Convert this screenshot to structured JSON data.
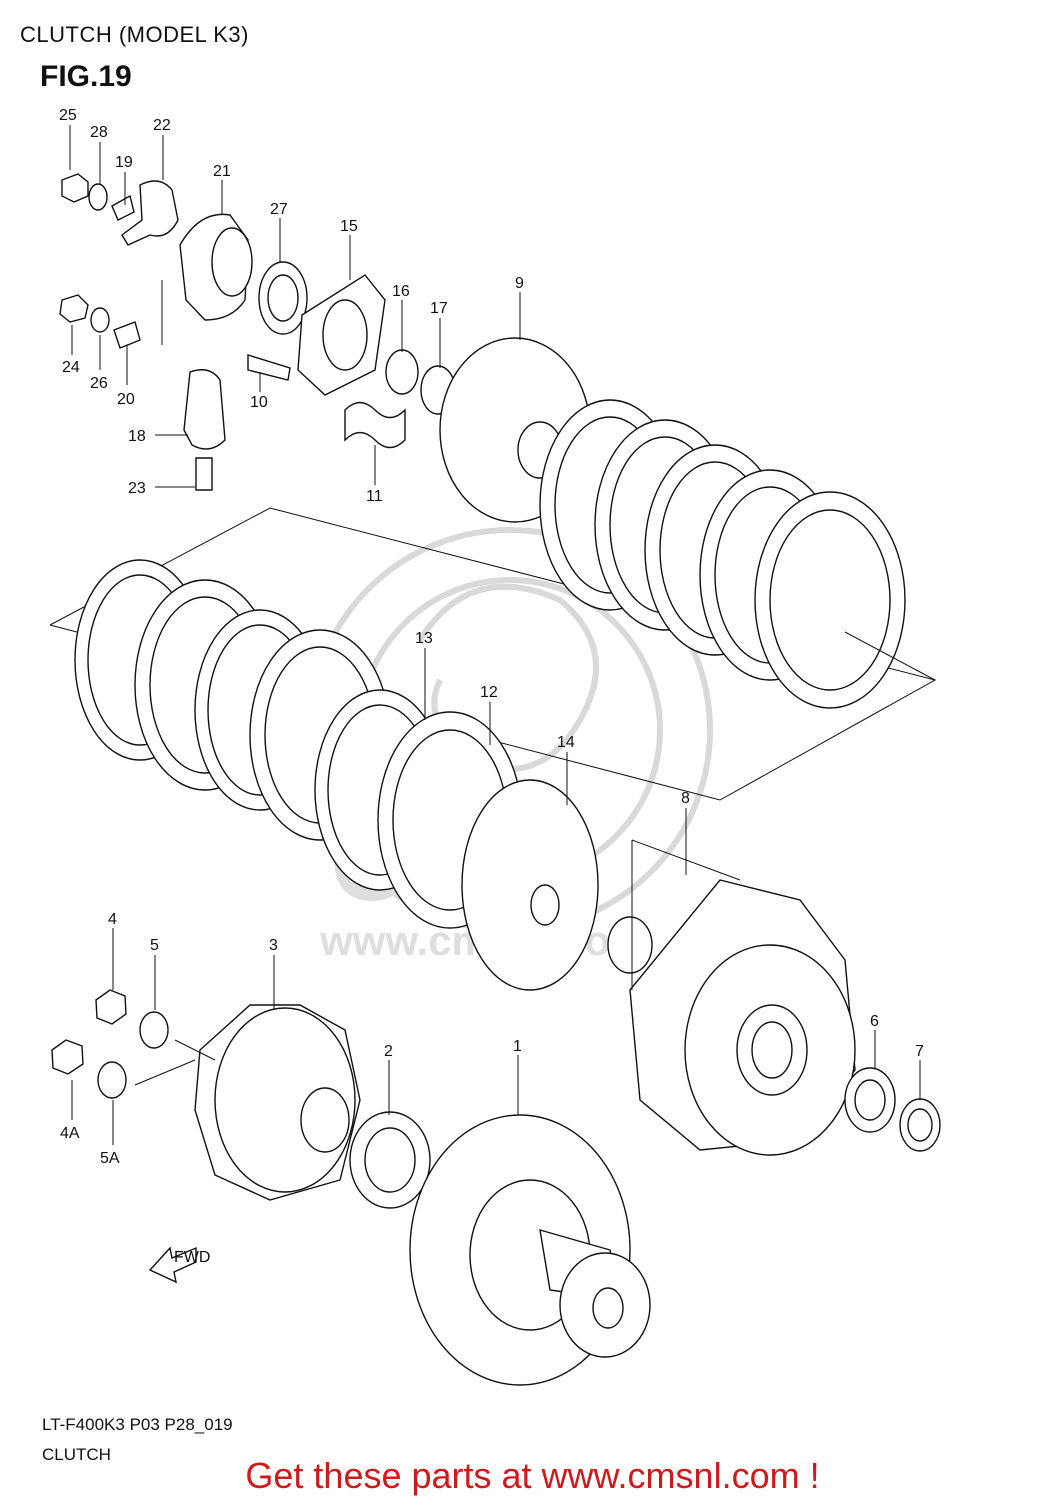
{
  "header": {
    "title": "CLUTCH (MODEL K3)",
    "figure": "FIG.19"
  },
  "footer": {
    "code": "LT-F400K3 P03 P28_019",
    "name": "CLUTCH"
  },
  "promo": {
    "text": "Get these parts at www.cmsnl.com !"
  },
  "watermark": {
    "brand": "CMS",
    "url": "www.cmsnl.com"
  },
  "callouts": [
    "25",
    "28",
    "19",
    "22",
    "21",
    "27",
    "15",
    "16",
    "17",
    "9",
    "24",
    "26",
    "20",
    "10",
    "18",
    "11",
    "23",
    "13",
    "12",
    "14",
    "8",
    "4",
    "5",
    "3",
    "2",
    "1",
    "6",
    "7",
    "4A",
    "5A"
  ],
  "fwd_label": "FWD",
  "colors": {
    "promo": "#d01a1a",
    "line": "#111111",
    "watermark": "#dcdcdc"
  }
}
